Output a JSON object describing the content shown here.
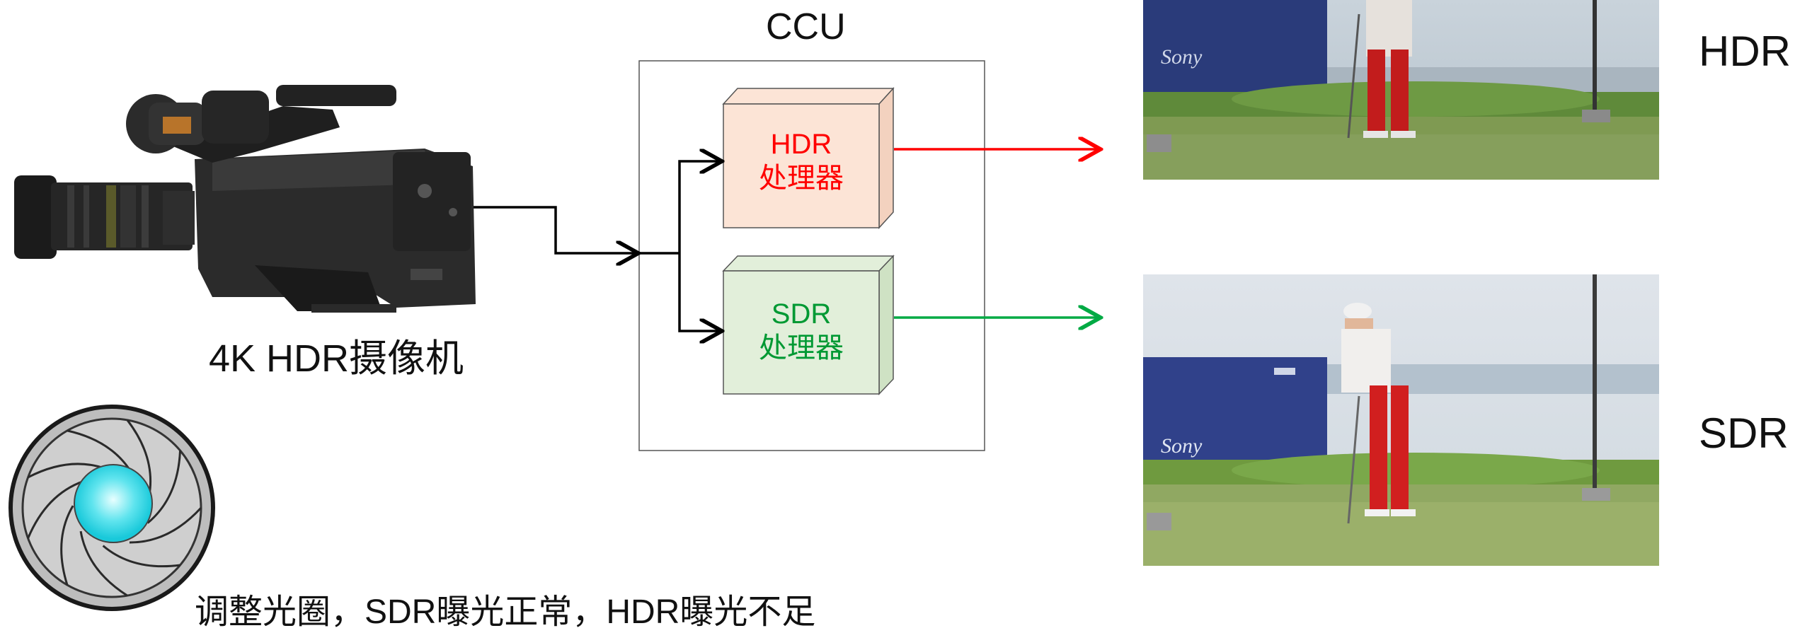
{
  "ccu": {
    "title": "CCU"
  },
  "processors": {
    "hdr": {
      "line1": "HDR",
      "line2": "处理器",
      "color": "#ff0000",
      "fill": "#fce4d6"
    },
    "sdr": {
      "line1": "SDR",
      "line2": "处理器",
      "color": "#009933",
      "fill": "#e2efda"
    }
  },
  "camera": {
    "label": "4K HDR摄像机"
  },
  "aperture": {
    "caption": "调整光圈，SDR曝光正常，HDR曝光不足"
  },
  "outputs": {
    "hdr": {
      "label": "HDR",
      "arrow_color": "#ff0000"
    },
    "sdr": {
      "label": "SDR",
      "arrow_color": "#00aa44"
    }
  }
}
